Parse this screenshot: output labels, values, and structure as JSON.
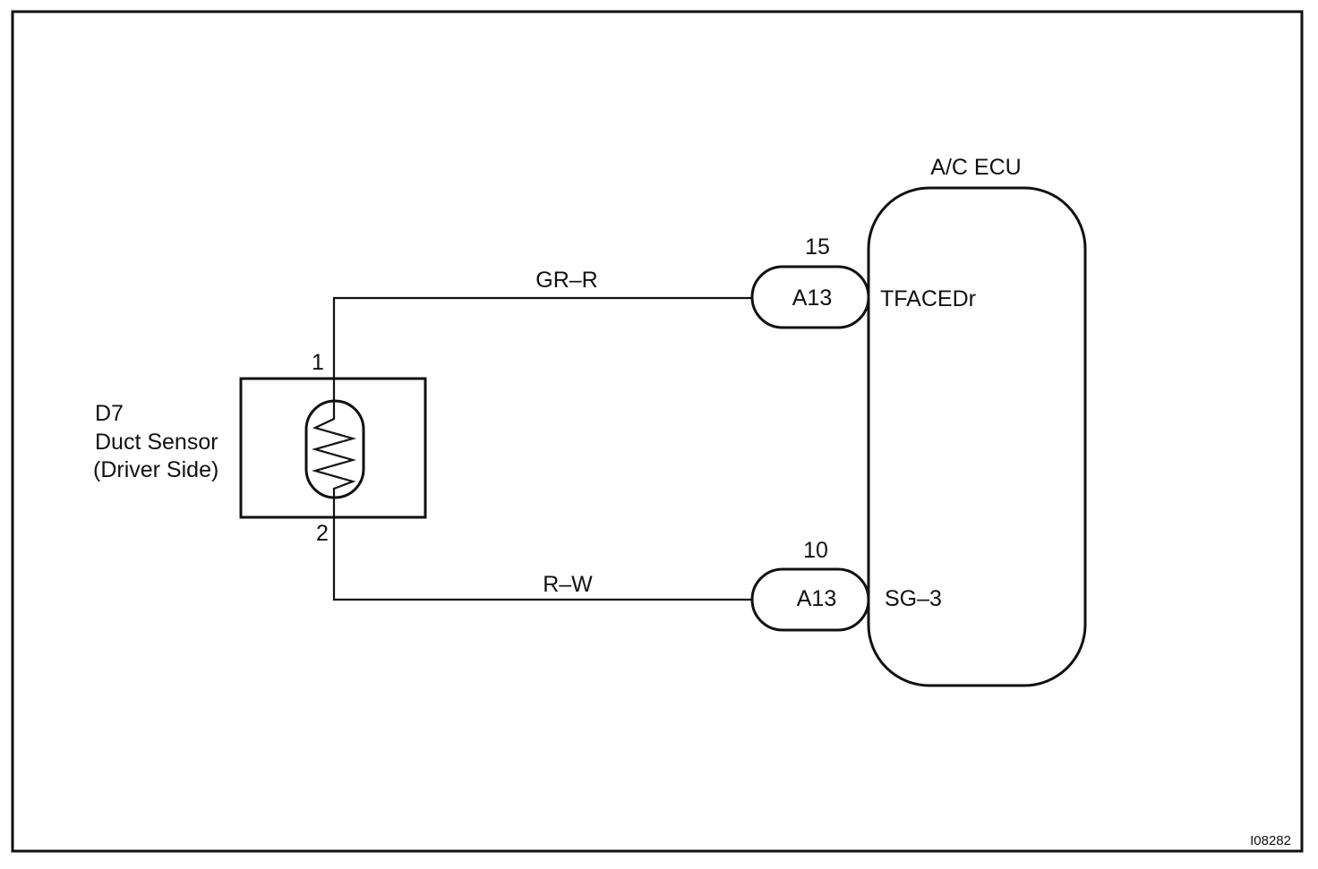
{
  "ecu": {
    "title": "A/C ECU",
    "terminals": [
      {
        "pin": "15",
        "connector": "A13",
        "signal": "TFACEDr"
      },
      {
        "pin": "10",
        "connector": "A13",
        "signal": "SG–3"
      }
    ]
  },
  "wires": [
    {
      "color_code": "GR–R"
    },
    {
      "color_code": "R–W"
    }
  ],
  "sensor": {
    "id": "D7",
    "name": "Duct Sensor",
    "side": "(Driver Side)",
    "pins": [
      "1",
      "2"
    ]
  },
  "figure_code": "I08282"
}
